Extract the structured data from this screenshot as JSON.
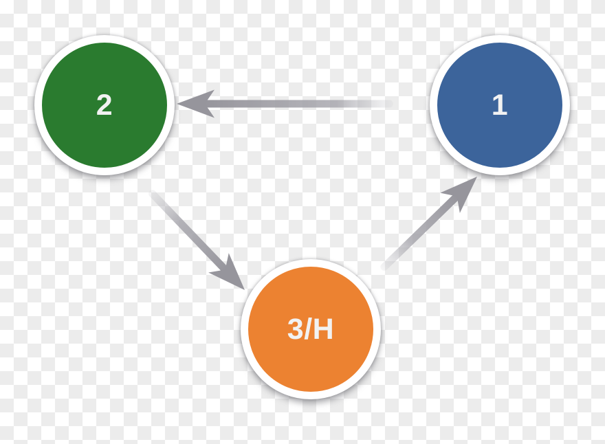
{
  "diagram": {
    "type": "cycle-flow-diagram",
    "nodes": [
      {
        "id": "node-2",
        "label": "2",
        "fill": "#2a7b2f",
        "shape": "circle",
        "position": "top-left"
      },
      {
        "id": "node-1",
        "label": "1",
        "fill": "#3c649b",
        "shape": "circle",
        "position": "top-right"
      },
      {
        "id": "node-3h",
        "label": "3/H",
        "fill": "#ec8231",
        "shape": "circle",
        "position": "bottom-center"
      }
    ],
    "edges": [
      {
        "from": "node-1",
        "to": "node-2",
        "description": "horizontal arrow pointing left from 1 to 2"
      },
      {
        "from": "node-2",
        "to": "node-3h",
        "description": "diagonal arrow pointing down-right from 2 to 3/H"
      },
      {
        "from": "node-3h",
        "to": "node-1",
        "description": "diagonal arrow pointing up-right from 3/H to 1"
      }
    ],
    "style": {
      "arrow_color": "#96959c",
      "ring_color": "#ffffff",
      "label_color": "#f2f2f2",
      "checker_light": "#ffffff",
      "checker_dark": "#ececec"
    }
  }
}
